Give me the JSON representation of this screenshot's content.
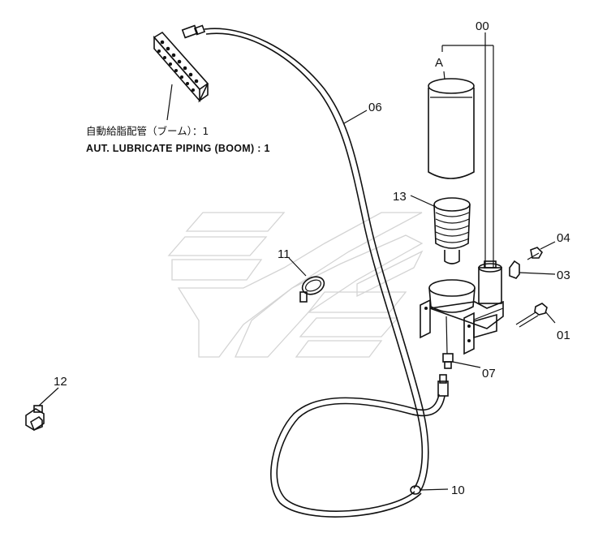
{
  "callouts": {
    "assembly": "00",
    "reservoir": "A",
    "part_01": "01",
    "part_03": "03",
    "part_04": "04",
    "part_06": "06",
    "part_07": "07",
    "part_10": "10",
    "part_11": "11",
    "part_12": "12",
    "part_13": "13"
  },
  "note": {
    "jp": "自動給脂配管（ブーム）：1",
    "en": "AUT. LUBRICATE PIPING (BOOM) : 1"
  }
}
